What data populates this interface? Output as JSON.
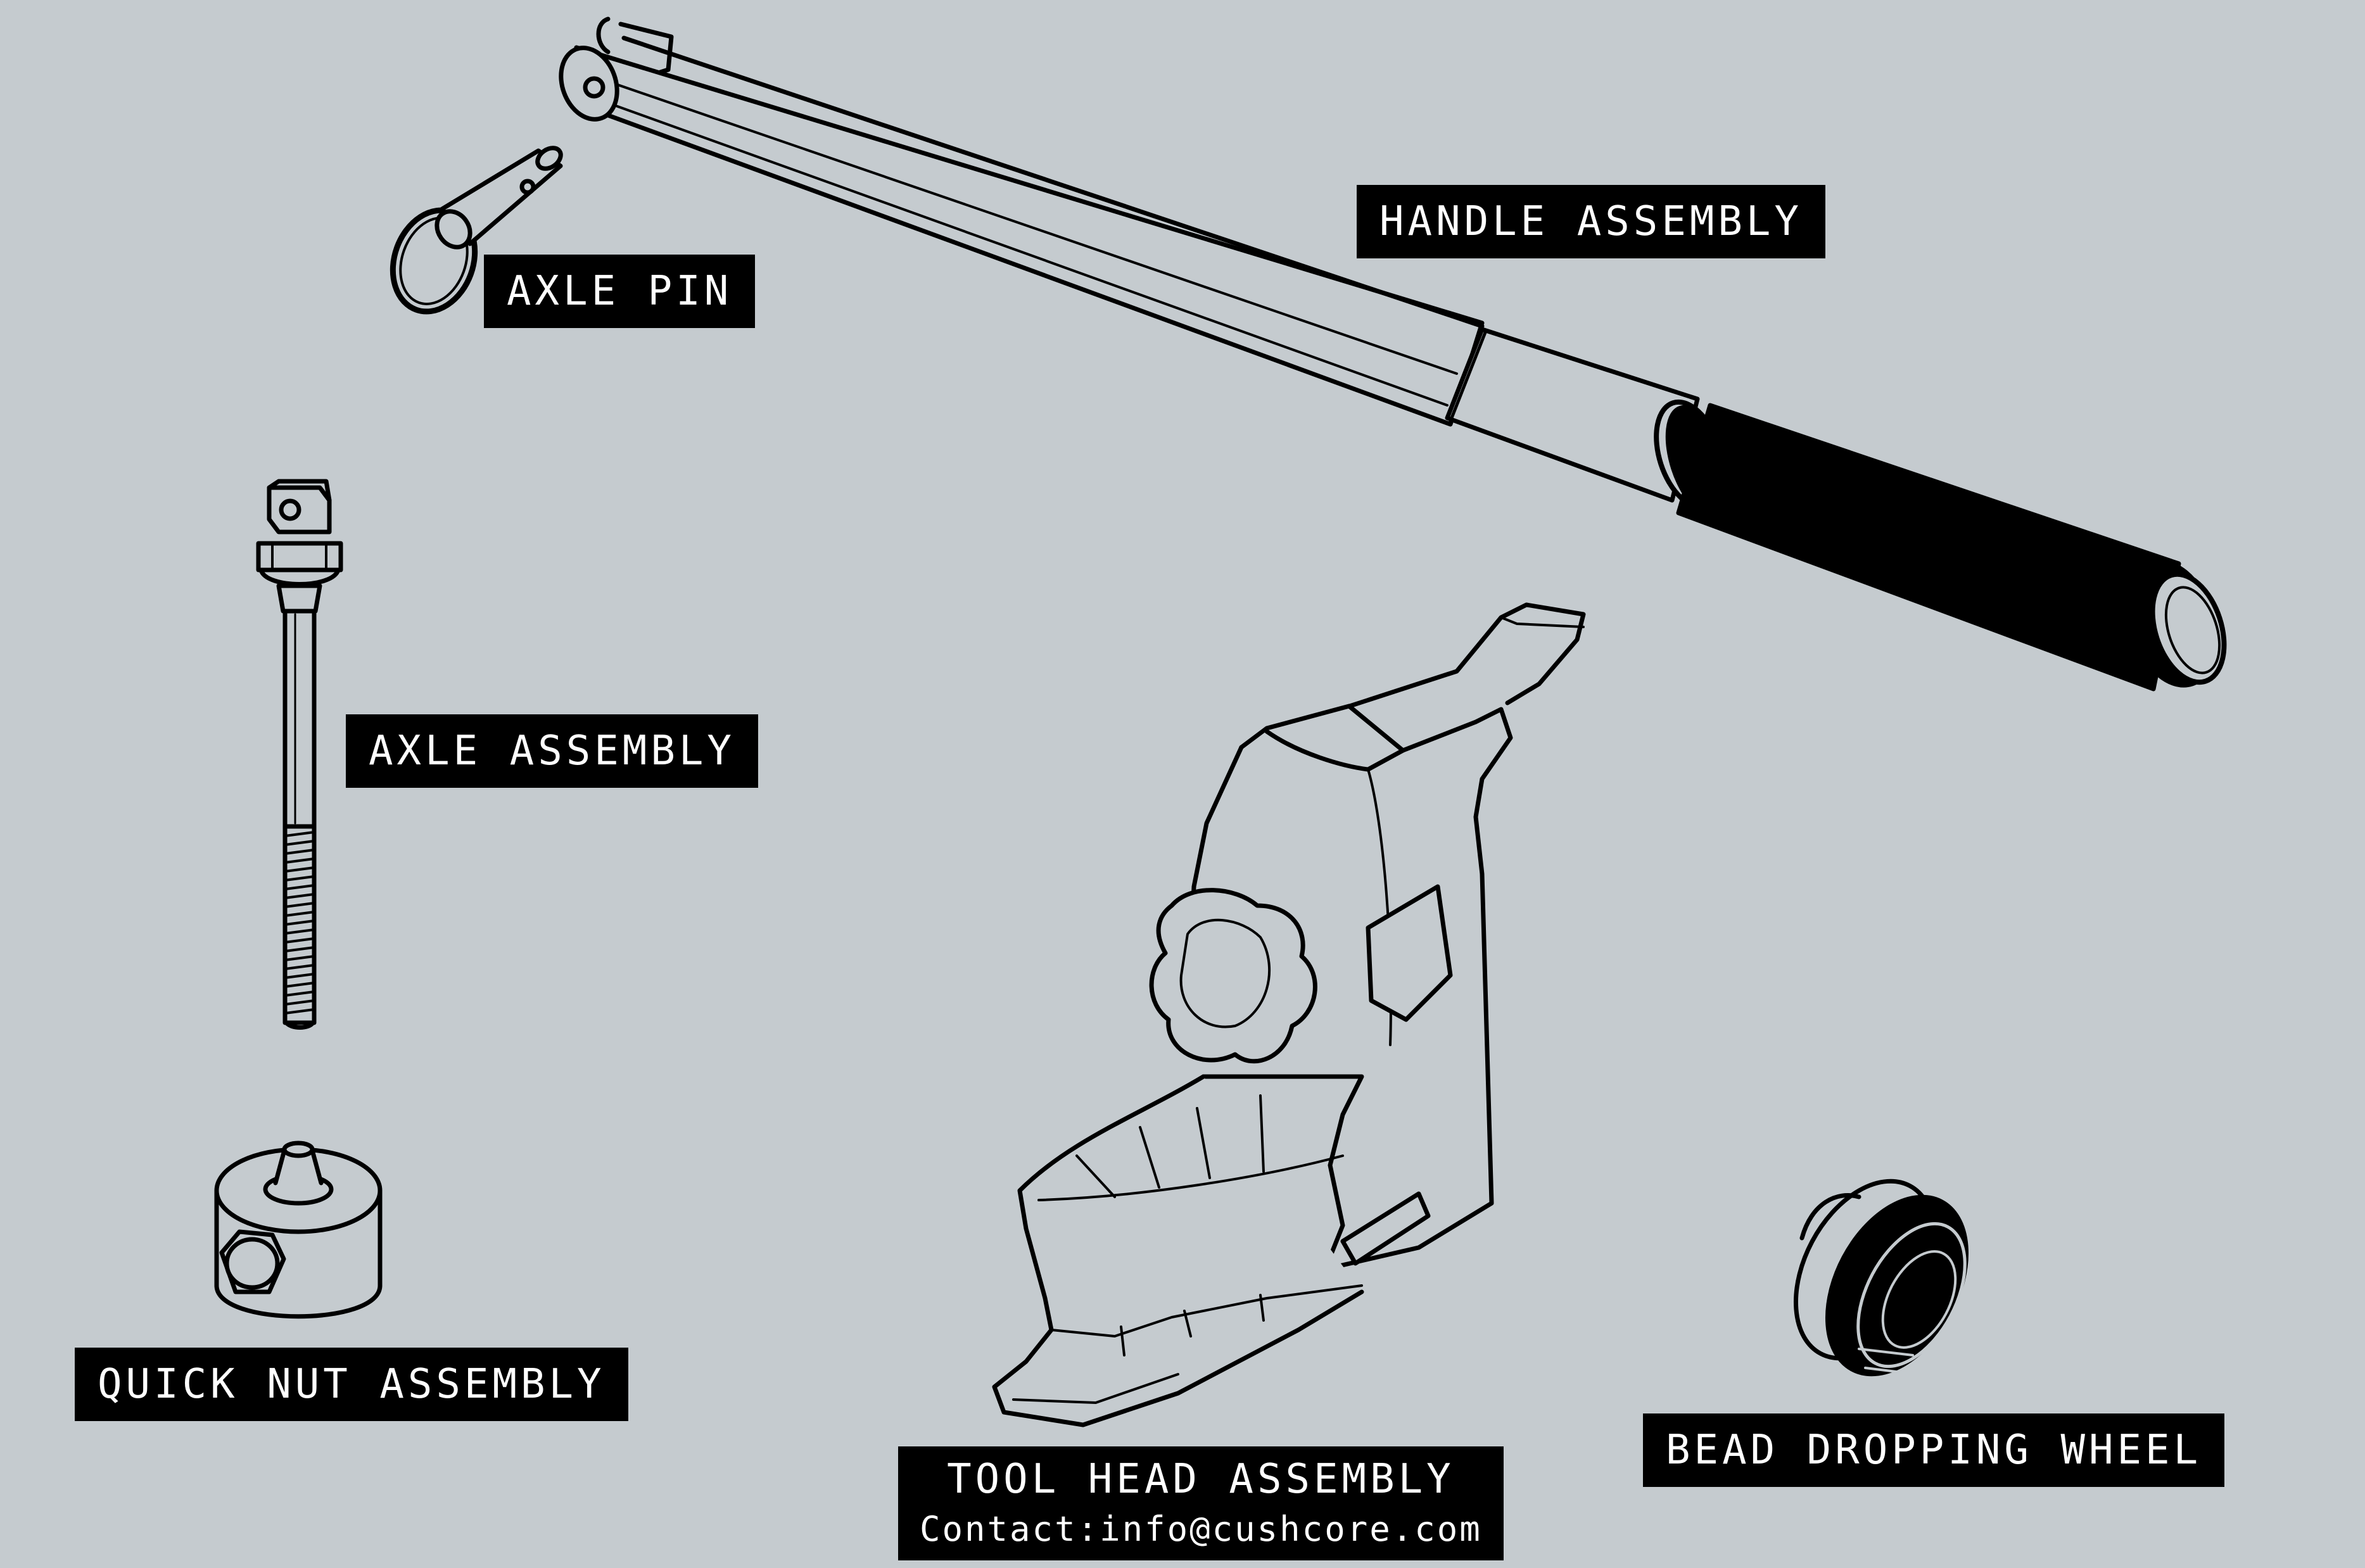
{
  "diagram": {
    "background_color": "#c5cbcf",
    "label_background": "#000000",
    "label_text_color": "#ffffff",
    "line_color": "#000000",
    "labels": {
      "handle": "HANDLE ASSEMBLY",
      "axle_pin": "AXLE PIN",
      "axle_assembly": "AXLE ASSEMBLY",
      "quick_nut": "QUICK NUT ASSEMBLY",
      "tool_head": "TOOL HEAD ASSEMBLY",
      "contact": "Contact:info@cushcore.com",
      "bead_wheel": "BEAD DROPPING WHEEL"
    },
    "parts": [
      {
        "id": "handle-assembly",
        "icon": "handle-illustration"
      },
      {
        "id": "axle-pin",
        "icon": "pin-illustration"
      },
      {
        "id": "axle-assembly",
        "icon": "bolt-illustration"
      },
      {
        "id": "quick-nut-assembly",
        "icon": "nut-illustration"
      },
      {
        "id": "tool-head-assembly",
        "icon": "tool-head-illustration"
      },
      {
        "id": "bead-dropping-wheel",
        "icon": "wheel-illustration"
      }
    ]
  }
}
